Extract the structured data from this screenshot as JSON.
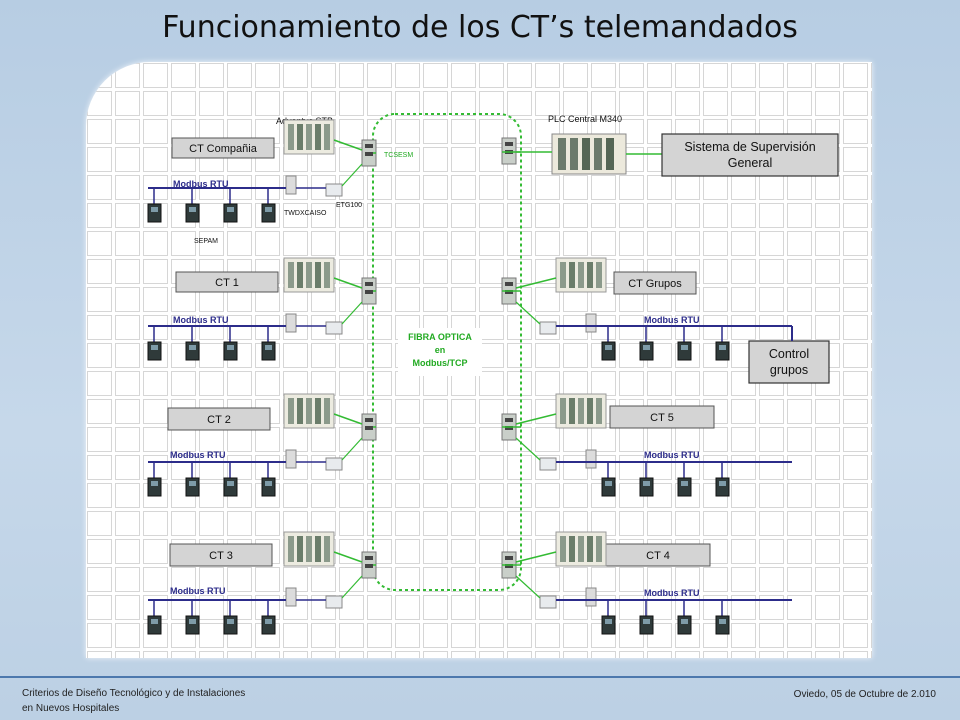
{
  "title": "Funcionamiento de los CT’s telemandados",
  "diagram": {
    "advantys": "Advantys STB",
    "plc": "PLC Central M340",
    "supervision": "Sistema de Supervisión General",
    "supervision_line1": "Sistema de Supervisión",
    "supervision_line2": "General",
    "tcsesm": "TCSESM",
    "etg100": "ETG100",
    "twdxcaiso": "TWDXCAISO",
    "sepam": "SEPAM",
    "fibra_line1": "FIBRA OPTICA",
    "fibra_line2": "en",
    "fibra_line3": "Modbus/TCP",
    "control_line1": "Control",
    "control_line2": "grupos",
    "modbus_rtu": "Modbus RTU",
    "left_cts": [
      "CT Compañia",
      "CT 1",
      "CT 2",
      "CT 3"
    ],
    "right_cts": [
      "CT Grupos",
      "CT 5",
      "CT 4"
    ]
  },
  "footer": {
    "left_line1": "Criterios de Diseño Tecnológico y de Instalaciones",
    "left_line2": "en Nuevos Hospitales",
    "right": "Oviedo, 05 de Octubre de 2.010"
  },
  "colors": {
    "fiber": "#33bb33",
    "bus": "#2c2c8a",
    "box_fill": "#d4d4d4"
  }
}
